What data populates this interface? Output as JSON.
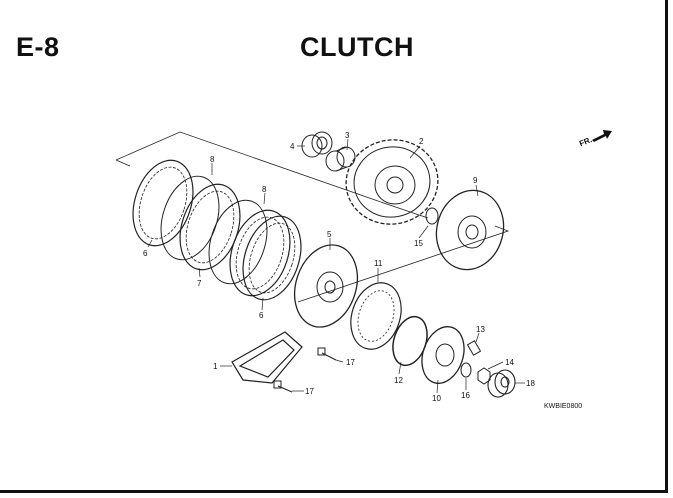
{
  "header": {
    "section_code": "E-8",
    "title": "CLUTCH"
  },
  "orientation": {
    "label": "FR."
  },
  "diagram_code": "KWBIE0800",
  "callouts": [
    "1",
    "2",
    "3",
    "4",
    "5",
    "6",
    "6",
    "7",
    "8",
    "8",
    "9",
    "10",
    "11",
    "12",
    "13",
    "14",
    "15",
    "16",
    "17",
    "17",
    "18"
  ]
}
